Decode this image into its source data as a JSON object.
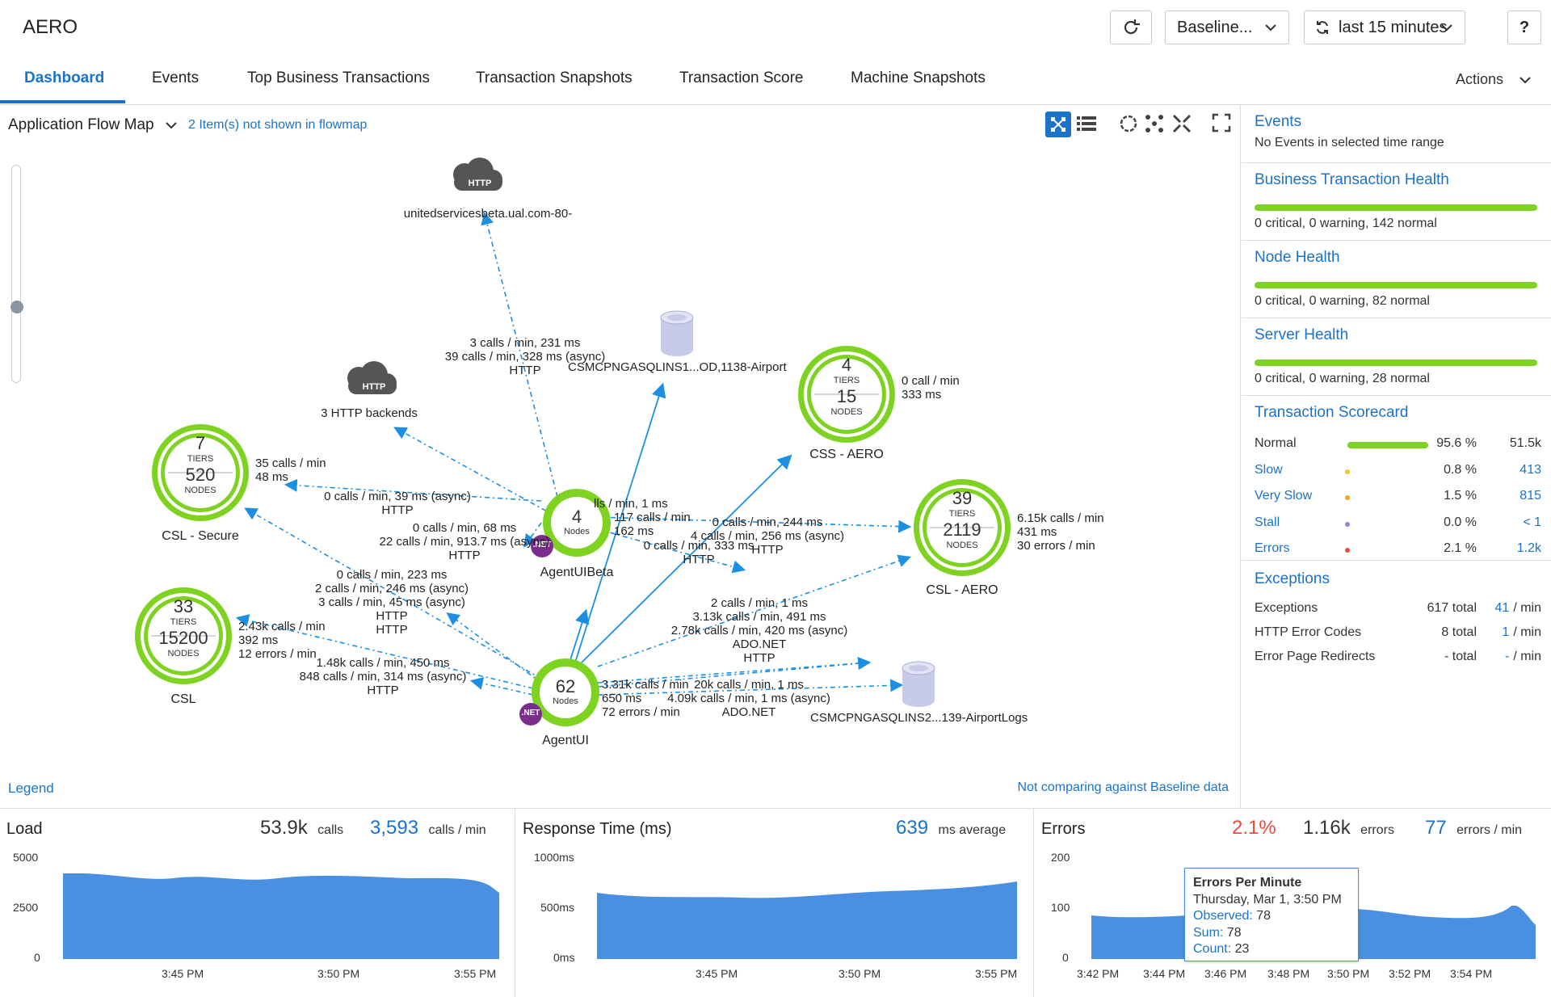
{
  "header": {
    "title": "AERO",
    "baseline_label": "Baseline...",
    "time_range": "last 15 minutes",
    "help": "?"
  },
  "tabs": [
    "Dashboard",
    "Events",
    "Top Business Transactions",
    "Transaction Snapshots",
    "Transaction Score",
    "Machine Snapshots"
  ],
  "actions_label": "Actions",
  "flowmap": {
    "title": "Application Flow Map",
    "not_shown": "2 Item(s) not shown in flowmap",
    "legend": "Legend",
    "baseline_note": "Not comparing against Baseline data",
    "nodes": {
      "css_aero": {
        "top": "4",
        "top_unit": "TIERS",
        "bottom": "15",
        "bottom_unit": "NODES",
        "name": "CSS - AERO"
      },
      "csl_secure": {
        "top": "7",
        "top_unit": "TIERS",
        "bottom": "520",
        "bottom_unit": "NODES",
        "name": "CSL - Secure"
      },
      "csl": {
        "top": "33",
        "top_unit": "TIERS",
        "bottom": "15200",
        "bottom_unit": "NODES",
        "name": "CSL"
      },
      "csl_aero": {
        "top": "39",
        "top_unit": "TIERS",
        "bottom": "2119",
        "bottom_unit": "NODES",
        "name": "CSL - AERO"
      },
      "agentuibeta": {
        "count": "4",
        "unit": "Nodes",
        "badge": ".NET",
        "name": "AgentUIBeta"
      },
      "agentui": {
        "count": "62",
        "unit": "Nodes",
        "badge": ".NET",
        "name": "AgentUI"
      },
      "http1": {
        "badge": "HTTP",
        "name": "unitedservicesbeta.ual.com-80-"
      },
      "http2": {
        "badge": "HTTP",
        "name": "3 HTTP backends"
      },
      "db1": {
        "name": "CSMCPNGASQLINS1...OD,1138-Airport"
      },
      "db2": {
        "name": "CSMCPNGASQLINS2...139-AirportLogs"
      }
    },
    "labels": {
      "l1": [
        "3 calls / min, 231 ms",
        "39 calls / min, 328 ms (async)",
        "HTTP"
      ],
      "l2": [
        "0 call / min",
        "333 ms"
      ],
      "l3": [
        "35 calls / min",
        "48 ms"
      ],
      "l4": [
        "0 calls / min, 39 ms (async)",
        "HTTP"
      ],
      "l5": [
        "0 calls / min, 68 ms",
        "22 calls / min, 913.7 ms (async)",
        "HTTP"
      ],
      "l6": [
        "lls / min, 1 ms",
        "117 calls / min",
        "162 ms"
      ],
      "l7": [
        "0 calls / min, 244 ms",
        "4 calls / min, 256 ms (async)",
        "HTTP"
      ],
      "l8": [
        "0 calls / min, 333 ms",
        "HTTP"
      ],
      "l9": [
        "6.15k calls / min",
        "431 ms",
        "30 errors / min"
      ],
      "l10": [
        "0 calls / min, 223 ms",
        "2 calls / min, 246 ms (async)",
        "3 calls / min, 45 ms (async)",
        "HTTP",
        "HTTP"
      ],
      "l11": [
        "2.43k calls / min",
        "392 ms",
        "12 errors / min"
      ],
      "l12": [
        "1.48k calls / min, 450 ms",
        "848 calls / min, 314 ms (async)",
        "HTTP"
      ],
      "l13": [
        "2 calls / min, 1 ms",
        "3.13k calls / min, 491 ms",
        "2.78k calls / min, 420 ms (async)",
        "ADO.NET",
        "HTTP"
      ],
      "l14": [
        "3.31k calls / min",
        "650 ms",
        "72 errors / min"
      ],
      "l15": [
        "20k calls / min, 1 ms",
        "4.09k calls / min, 1 ms (async)",
        "ADO.NET"
      ]
    }
  },
  "side": {
    "events": {
      "title": "Events",
      "text": "No Events in selected time range"
    },
    "bt_health": {
      "title": "Business Transaction Health",
      "text": "0 critical, 0 warning, 142 normal"
    },
    "node_health": {
      "title": "Node Health",
      "text": "0 critical, 0 warning, 82 normal"
    },
    "server_health": {
      "title": "Server Health",
      "text": "0 critical, 0 warning, 28 normal"
    },
    "scorecard": {
      "title": "Transaction Scorecard",
      "rows": [
        {
          "label": "Normal",
          "pct": "95.6 %",
          "count": "51.5k",
          "color": "#7ed321"
        },
        {
          "label": "Slow",
          "pct": "0.8 %",
          "count": "413",
          "color": "#f5c623"
        },
        {
          "label": "Very Slow",
          "pct": "1.5 %",
          "count": "815",
          "color": "#f5a623"
        },
        {
          "label": "Stall",
          "pct": "0.0 %",
          "count": "< 1",
          "color": "#9b7fd4"
        },
        {
          "label": "Errors",
          "pct": "2.1 %",
          "count": "1.2k",
          "color": "#e74c3c"
        }
      ]
    },
    "exceptions": {
      "title": "Exceptions",
      "rows": [
        {
          "label": "Exceptions",
          "total": "617 total",
          "rate_val": "41",
          "rate_unit": "/ min"
        },
        {
          "label": "HTTP Error Codes",
          "total": "8 total",
          "rate_val": "1",
          "rate_unit": "/ min"
        },
        {
          "label": "Error Page Redirects",
          "total": "- total",
          "rate_val": "-",
          "rate_unit": "/ min"
        }
      ]
    }
  },
  "load": {
    "title": "Load",
    "calls": "53.9k",
    "calls_unit": "calls",
    "rate": "3,593",
    "rate_unit": "calls / min",
    "yticks": [
      "5000",
      "2500",
      "0"
    ],
    "xticks": [
      "3:45 PM",
      "3:50 PM",
      "3:55 PM"
    ]
  },
  "response": {
    "title": "Response Time (ms)",
    "avg": "639",
    "avg_unit": "ms average",
    "yticks": [
      "1000ms",
      "500ms",
      "0ms"
    ],
    "xticks": [
      "3:45 PM",
      "3:50 PM",
      "3:55 PM"
    ]
  },
  "errors": {
    "title": "Errors",
    "pct": "2.1%",
    "count": "1.16k",
    "count_unit": "errors",
    "rate": "77",
    "rate_unit": "errors / min",
    "yticks": [
      "200",
      "100",
      "0"
    ],
    "xticks": [
      "3:42 PM",
      "3:44 PM",
      "3:46 PM",
      "3:48 PM",
      "3:50 PM",
      "3:52 PM",
      "3:54 PM"
    ]
  },
  "tooltip": {
    "title": "Errors Per Minute",
    "date": "Thursday, Mar 1, 3:50 PM",
    "observed_label": "Observed:",
    "observed": "78",
    "sum_label": "Sum:",
    "sum": "78",
    "count_label": "Count:",
    "count": "23"
  },
  "colors": {
    "accent": "#1a73c8",
    "green": "#7ed321",
    "chart": "#4a90e2",
    "error": "#e74c3c",
    "purple": "#7b2d8e"
  }
}
